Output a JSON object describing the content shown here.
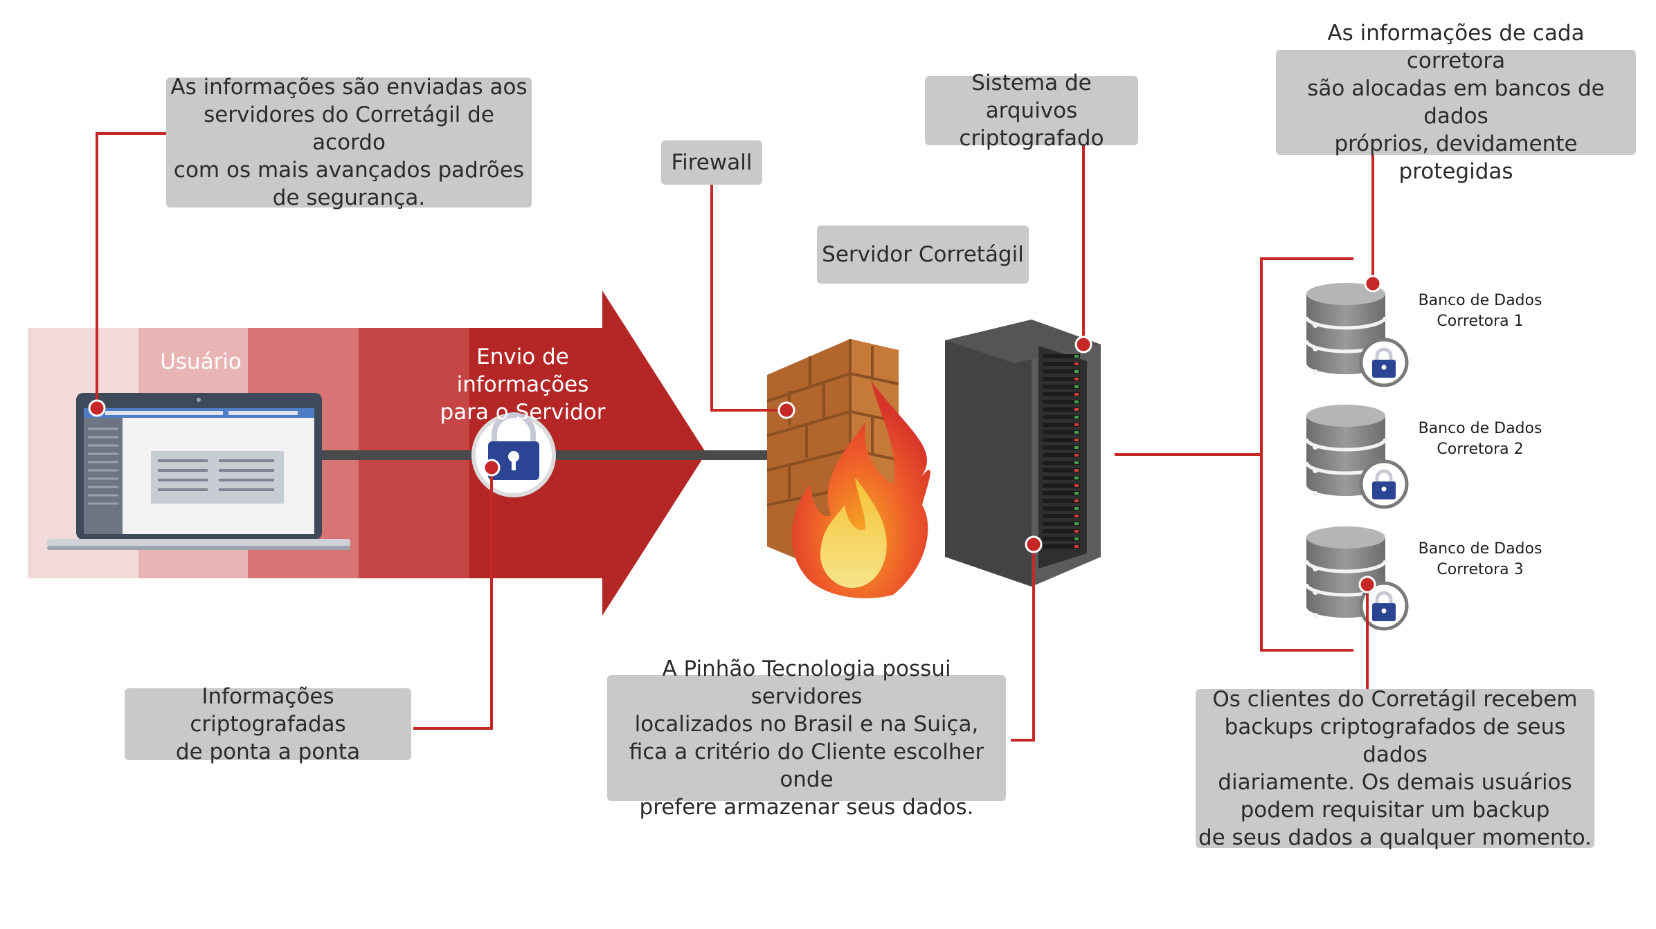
{
  "colors": {
    "accent": "#c62828",
    "callout_bg": "#c9c9c9",
    "arrow_band_1": "#f3dada",
    "arrow_band_2": "#e8b4b4",
    "arrow_band_3": "#d77474",
    "arrow_band_4": "#c54545",
    "arrow_band_5": "#b52626",
    "lock_blue": "#2b4594"
  },
  "callouts": {
    "send_info": "As informações são enviadas aos\nservidores do Corretágil de acordo\ncom os mais avançados padrões\nde segurança.",
    "firewall": "Firewall",
    "encrypted_fs": "Sistema de arquivos\ncriptografado",
    "server": "Servidor Corretágil",
    "db_info": "As informações de cada corretora\nsão alocadas em bancos de dados\npróprios, devidamente protegidas",
    "end_to_end": "Informações criptografadas\nde ponta a ponta",
    "servers_location": "A Pinhão Tecnologia possui servidores\nlocalizados no Brasil e na Suiça,\nfica a critério do Cliente escolher onde\nprefere armazenar seus dados.",
    "backups": "Os clientes do Corretágil recebem\nbackups criptografados de seus dados\ndiariamente. Os demais usuários\npodem requisitar um backup\nde seus dados a qualquer momento."
  },
  "arrow": {
    "user_label": "Usuário",
    "send_label": "Envio de informações\npara o Servidor"
  },
  "databases": [
    {
      "label": "Banco de Dados\nCorretora 1"
    },
    {
      "label": "Banco de Dados\nCorretora 2"
    },
    {
      "label": "Banco de Dados\nCorretora 3"
    }
  ],
  "icons": {
    "laptop": "laptop-icon",
    "lock": "padlock-icon",
    "firewall": "firewall-icon",
    "server": "server-rack-icon",
    "database": "database-icon"
  }
}
